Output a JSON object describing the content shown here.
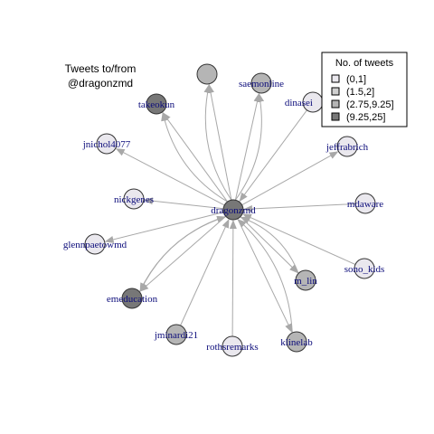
{
  "title_lines": [
    "Tweets to/from",
    "@dragonzmd"
  ],
  "legend": {
    "title": "No. of tweets",
    "items": [
      {
        "label": "(0,1]",
        "color": "#eae8ee"
      },
      {
        "label": "(1.5,2]",
        "color": "#cfcfcf"
      },
      {
        "label": "(2.75,9.25]",
        "color": "#b5b5b5"
      },
      {
        "label": "(9.25,25]",
        "color": "#777777"
      }
    ]
  },
  "colors": {
    "edge": "#a8a8a8",
    "label": "#0b0b7a",
    "node_stroke": "#333333"
  },
  "center": {
    "id": "dragonzmd",
    "label": "dragonzmd",
    "bin": 3
  },
  "nodes": [
    {
      "id": "n_blank",
      "label": "",
      "bin": 2
    },
    {
      "id": "saemonline",
      "label": "saemonline",
      "bin": 2
    },
    {
      "id": "dinasei",
      "label": "dinasei",
      "bin": 0
    },
    {
      "id": "takeokun",
      "label": "takeokun",
      "bin": 3
    },
    {
      "id": "jnichol4077",
      "label": "jnichol4077",
      "bin": 0
    },
    {
      "id": "jeffrabrich",
      "label": "jeffrabrich",
      "bin": 0
    },
    {
      "id": "nickgenes",
      "label": "nickgenes",
      "bin": 0
    },
    {
      "id": "mdaware",
      "label": "mdaware",
      "bin": 0
    },
    {
      "id": "glennpaetowmd",
      "label": "glennpaetowmd",
      "bin": 0
    },
    {
      "id": "sono_kids",
      "label": "sono_kids",
      "bin": 0
    },
    {
      "id": "m_lin",
      "label": "m_lin",
      "bin": 2
    },
    {
      "id": "emeducation",
      "label": "emeducation",
      "bin": 3
    },
    {
      "id": "jminardi21",
      "label": "jminardi21",
      "bin": 2
    },
    {
      "id": "rothsremarks",
      "label": "rothsremarks",
      "bin": 0
    },
    {
      "id": "klinelab",
      "label": "klinelab",
      "bin": 2
    }
  ],
  "edges": [
    {
      "from": "dragonzmd",
      "to": "n_blank"
    },
    {
      "from": "dragonzmd",
      "to": "n_blank",
      "curve": -1
    },
    {
      "from": "dragonzmd",
      "to": "saemonline"
    },
    {
      "from": "dragonzmd",
      "to": "saemonline",
      "curve": 1
    },
    {
      "from": "dinasei",
      "to": "dragonzmd"
    },
    {
      "from": "dragonzmd",
      "to": "takeokun"
    },
    {
      "from": "dragonzmd",
      "to": "takeokun",
      "curve": -1
    },
    {
      "from": "dragonzmd",
      "to": "jnichol4077"
    },
    {
      "from": "dragonzmd",
      "to": "jeffrabrich"
    },
    {
      "from": "dragonzmd",
      "to": "nickgenes"
    },
    {
      "from": "mdaware",
      "to": "dragonzmd"
    },
    {
      "from": "dragonzmd",
      "to": "glennpaetowmd"
    },
    {
      "from": "sono_kids",
      "to": "dragonzmd"
    },
    {
      "from": "dragonzmd",
      "to": "m_lin"
    },
    {
      "from": "m_lin",
      "to": "dragonzmd",
      "curve": 1
    },
    {
      "from": "dragonzmd",
      "to": "emeducation"
    },
    {
      "from": "dragonzmd",
      "to": "emeducation",
      "curve": 1
    },
    {
      "from": "emeducation",
      "to": "dragonzmd",
      "curve": -1
    },
    {
      "from": "jminardi21",
      "to": "dragonzmd"
    },
    {
      "from": "rothsremarks",
      "to": "dragonzmd"
    },
    {
      "from": "dragonzmd",
      "to": "klinelab"
    },
    {
      "from": "klinelab",
      "to": "dragonzmd",
      "curve": 1
    }
  ]
}
